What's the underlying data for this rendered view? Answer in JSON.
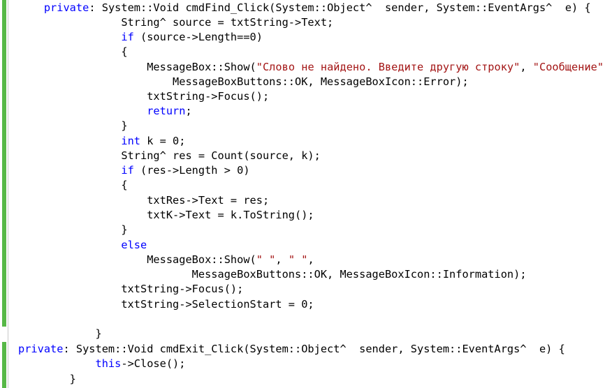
{
  "editor": {
    "theme": {
      "keyword_color": "#0000ff",
      "string_color": "#a31515",
      "text_color": "#000000",
      "change_marker_color": "#57b847"
    },
    "lines": [
      [
        {
          "t": "tx",
          "v": "    "
        },
        {
          "t": "kw",
          "v": "private"
        },
        {
          "t": "tx",
          "v": ": System::Void cmdFind_Click(System::Object^  sender, System::EventArgs^  e) {"
        }
      ],
      [
        {
          "t": "tx",
          "v": "                String^ source = txtString->Text;"
        }
      ],
      [
        {
          "t": "tx",
          "v": "                "
        },
        {
          "t": "kw",
          "v": "if"
        },
        {
          "t": "tx",
          "v": " (source->Length==0)"
        }
      ],
      [
        {
          "t": "tx",
          "v": "                {"
        }
      ],
      [
        {
          "t": "tx",
          "v": "                    MessageBox::Show("
        },
        {
          "t": "str",
          "v": "\"Слово не найдено. Введите другую строку\""
        },
        {
          "t": "tx",
          "v": ", "
        },
        {
          "t": "str",
          "v": "\"Сообщение\""
        },
        {
          "t": "tx",
          "v": ","
        }
      ],
      [
        {
          "t": "tx",
          "v": "                        MessageBoxButtons::OK, MessageBoxIcon::Error);"
        }
      ],
      [
        {
          "t": "tx",
          "v": "                    txtString->Focus();"
        }
      ],
      [
        {
          "t": "tx",
          "v": "                    "
        },
        {
          "t": "kw",
          "v": "return"
        },
        {
          "t": "tx",
          "v": ";"
        }
      ],
      [
        {
          "t": "tx",
          "v": "                }"
        }
      ],
      [
        {
          "t": "tx",
          "v": "                "
        },
        {
          "t": "kw",
          "v": "int"
        },
        {
          "t": "tx",
          "v": " k = 0;"
        }
      ],
      [
        {
          "t": "tx",
          "v": "                String^ res = Count(source, k);"
        }
      ],
      [
        {
          "t": "tx",
          "v": "                "
        },
        {
          "t": "kw",
          "v": "if"
        },
        {
          "t": "tx",
          "v": " (res->Length > 0)"
        }
      ],
      [
        {
          "t": "tx",
          "v": "                {"
        }
      ],
      [
        {
          "t": "tx",
          "v": "                    txtRes->Text = res;"
        }
      ],
      [
        {
          "t": "tx",
          "v": "                    txtK->Text = k.ToString();"
        }
      ],
      [
        {
          "t": "tx",
          "v": "                }"
        }
      ],
      [
        {
          "t": "tx",
          "v": "                "
        },
        {
          "t": "kw",
          "v": "else"
        }
      ],
      [
        {
          "t": "tx",
          "v": "                    MessageBox::Show("
        },
        {
          "t": "str",
          "v": "\" \""
        },
        {
          "t": "tx",
          "v": ", "
        },
        {
          "t": "str",
          "v": "\" \""
        },
        {
          "t": "tx",
          "v": ","
        }
      ],
      [
        {
          "t": "tx",
          "v": "                           MessageBoxButtons::OK, MessageBoxIcon::Information);"
        }
      ],
      [
        {
          "t": "tx",
          "v": "                txtString->Focus();"
        }
      ],
      [
        {
          "t": "tx",
          "v": "                txtString->SelectionStart = 0;"
        }
      ],
      [
        {
          "t": "tx",
          "v": ""
        }
      ],
      [
        {
          "t": "tx",
          "v": "            }"
        }
      ],
      [
        {
          "t": "kw",
          "v": "private"
        },
        {
          "t": "tx",
          "v": ": System::Void cmdExit_Click(System::Object^  sender, System::EventArgs^  e) {"
        }
      ],
      [
        {
          "t": "tx",
          "v": "            "
        },
        {
          "t": "kw",
          "v": "this"
        },
        {
          "t": "tx",
          "v": "->Close();"
        }
      ],
      [
        {
          "t": "tx",
          "v": "        }"
        }
      ]
    ]
  }
}
